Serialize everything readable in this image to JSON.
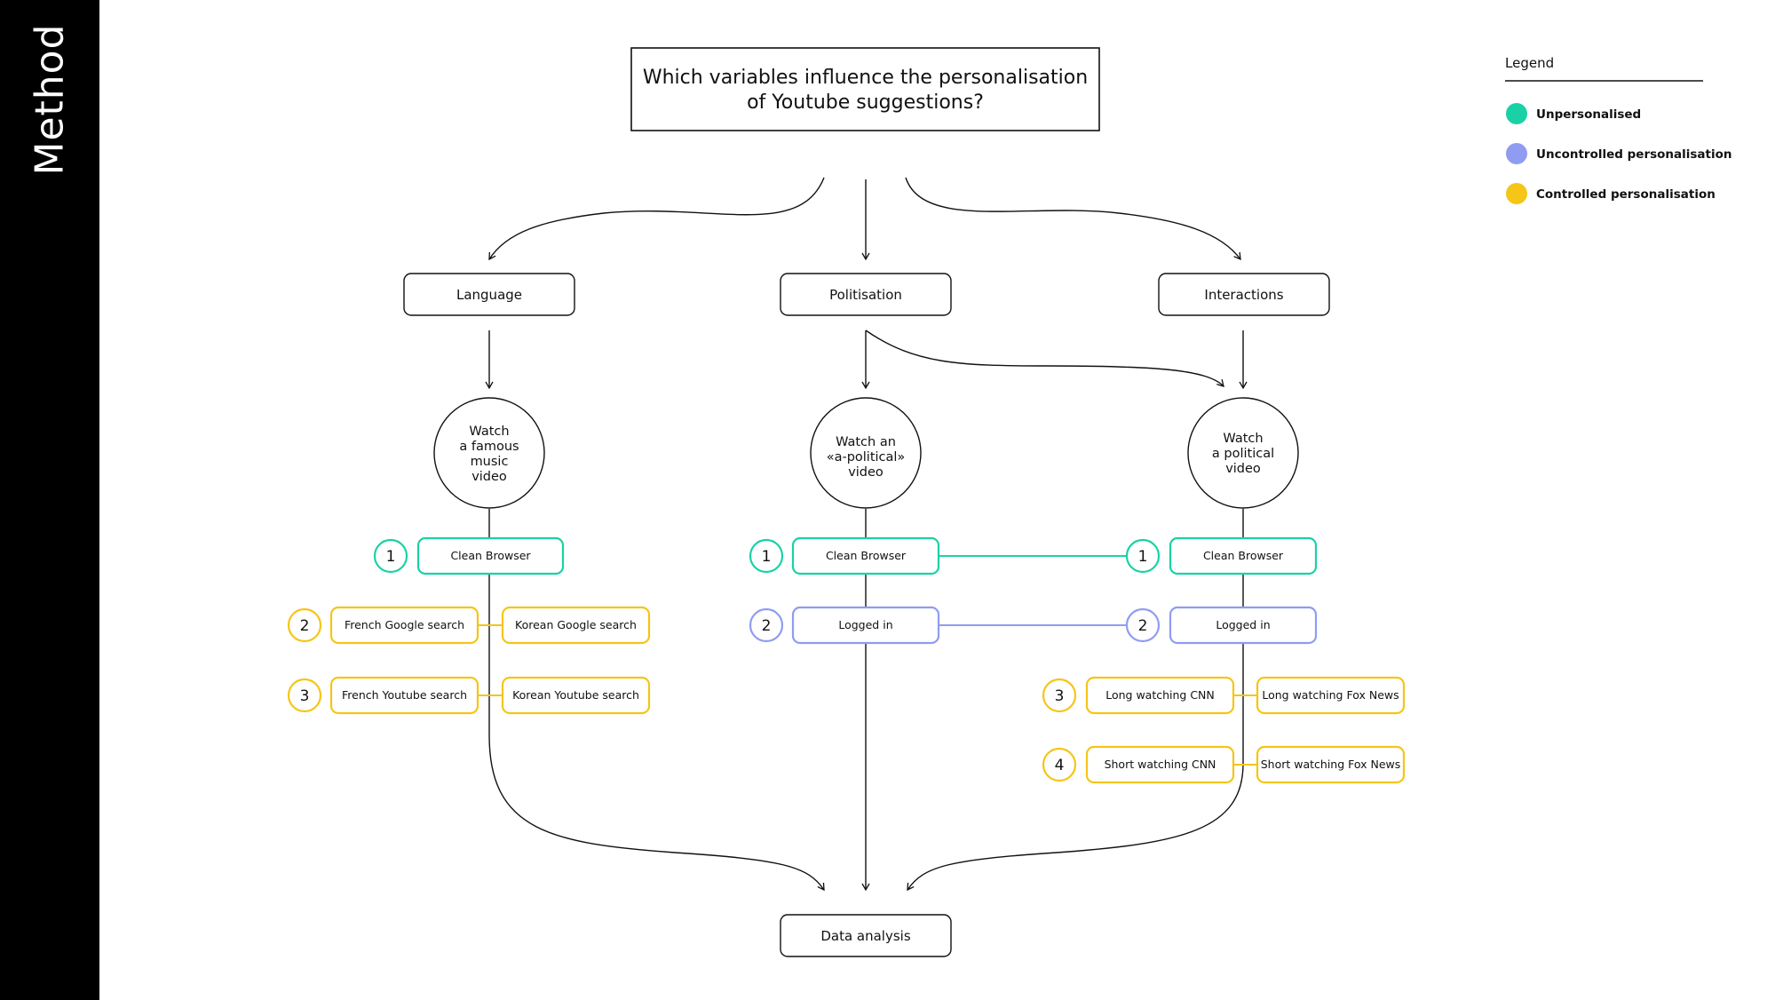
{
  "sidebar": {
    "title": "Method"
  },
  "question": {
    "line1": "Which variables influence the personalisation",
    "line2": "of Youtube suggestions?"
  },
  "categories": {
    "language": "Language",
    "politisation": "Politisation",
    "interactions": "Interactions"
  },
  "experiments": {
    "music": [
      "Watch",
      "a famous",
      "music",
      "video"
    ],
    "apolitical": [
      "Watch an",
      "«a-political»",
      "video"
    ],
    "political": [
      "Watch",
      "a political",
      "video"
    ]
  },
  "steps": {
    "language": {
      "n1": "1",
      "n2": "2",
      "n3": "3",
      "clean": "Clean Browser",
      "french_google": "French Google search",
      "korean_google": "Korean Google search",
      "french_youtube": "French Youtube search",
      "korean_youtube": "Korean Youtube search"
    },
    "politisation": {
      "n1": "1",
      "n2": "2",
      "clean": "Clean Browser",
      "logged": "Logged in"
    },
    "interactions": {
      "n1": "1",
      "n2": "2",
      "n3": "3",
      "n4": "4",
      "clean": "Clean Browser",
      "logged": "Logged in",
      "long_cnn": "Long watching CNN",
      "long_fox": "Long watching Fox News",
      "short_cnn": "Short watching CNN",
      "short_fox": "Short watching Fox News"
    }
  },
  "result": "Data analysis",
  "legend": {
    "title": "Legend",
    "items": [
      {
        "label": "Unpersonalised",
        "color": "#1ad1a5"
      },
      {
        "label": "Uncontrolled personalisation",
        "color": "#8f9cf2"
      },
      {
        "label": "Controlled personalisation",
        "color": "#f5c518"
      }
    ]
  },
  "colors": {
    "unpersonalised": "#1ad1a5",
    "uncontrolled": "#8f9cf2",
    "controlled": "#f5c518"
  }
}
